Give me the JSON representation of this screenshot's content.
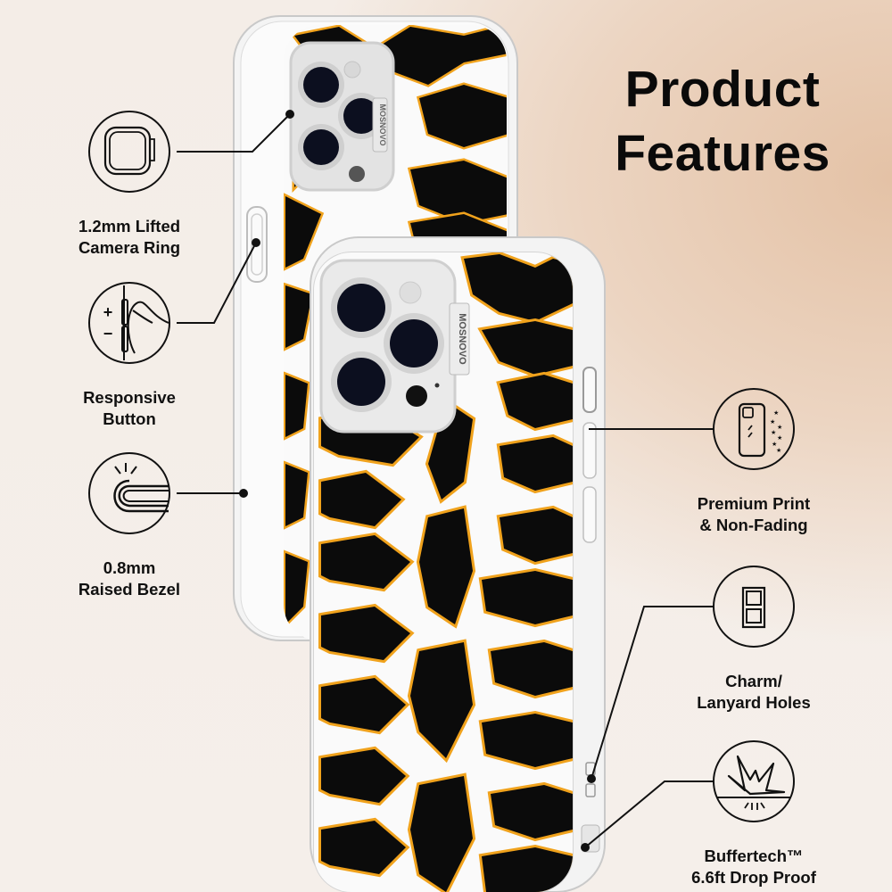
{
  "title": {
    "line1": "Product",
    "line2": "Features"
  },
  "brand": {
    "case_logo_text": "MOSNOVO"
  },
  "colors": {
    "background_light": "#f5efea",
    "background_peach": "#e4c2a6",
    "text": "#111111",
    "stripe_black": "#0b0b0b",
    "stripe_orange": "#f0a21c",
    "case_clear": "#f7f7f7"
  },
  "features_left": [
    {
      "icon": "camera-ring-icon",
      "line1": "1.2mm Lifted",
      "line2": "Camera Ring"
    },
    {
      "icon": "responsive-button-icon",
      "line1": "Responsive",
      "line2": "Button"
    },
    {
      "icon": "raised-bezel-icon",
      "line1": "0.8mm",
      "line2": "Raised Bezel"
    }
  ],
  "features_right": [
    {
      "icon": "premium-print-icon",
      "line1": "Premium Print",
      "line2": "& Non-Fading"
    },
    {
      "icon": "lanyard-holes-icon",
      "line1": "Charm/",
      "line2": "Lanyard Holes"
    },
    {
      "icon": "drop-proof-icon",
      "line1": "Buffertech™",
      "line2": "6.6ft Drop Proof"
    }
  ],
  "button_icon_symbols": {
    "plus": "+",
    "minus": "−"
  }
}
